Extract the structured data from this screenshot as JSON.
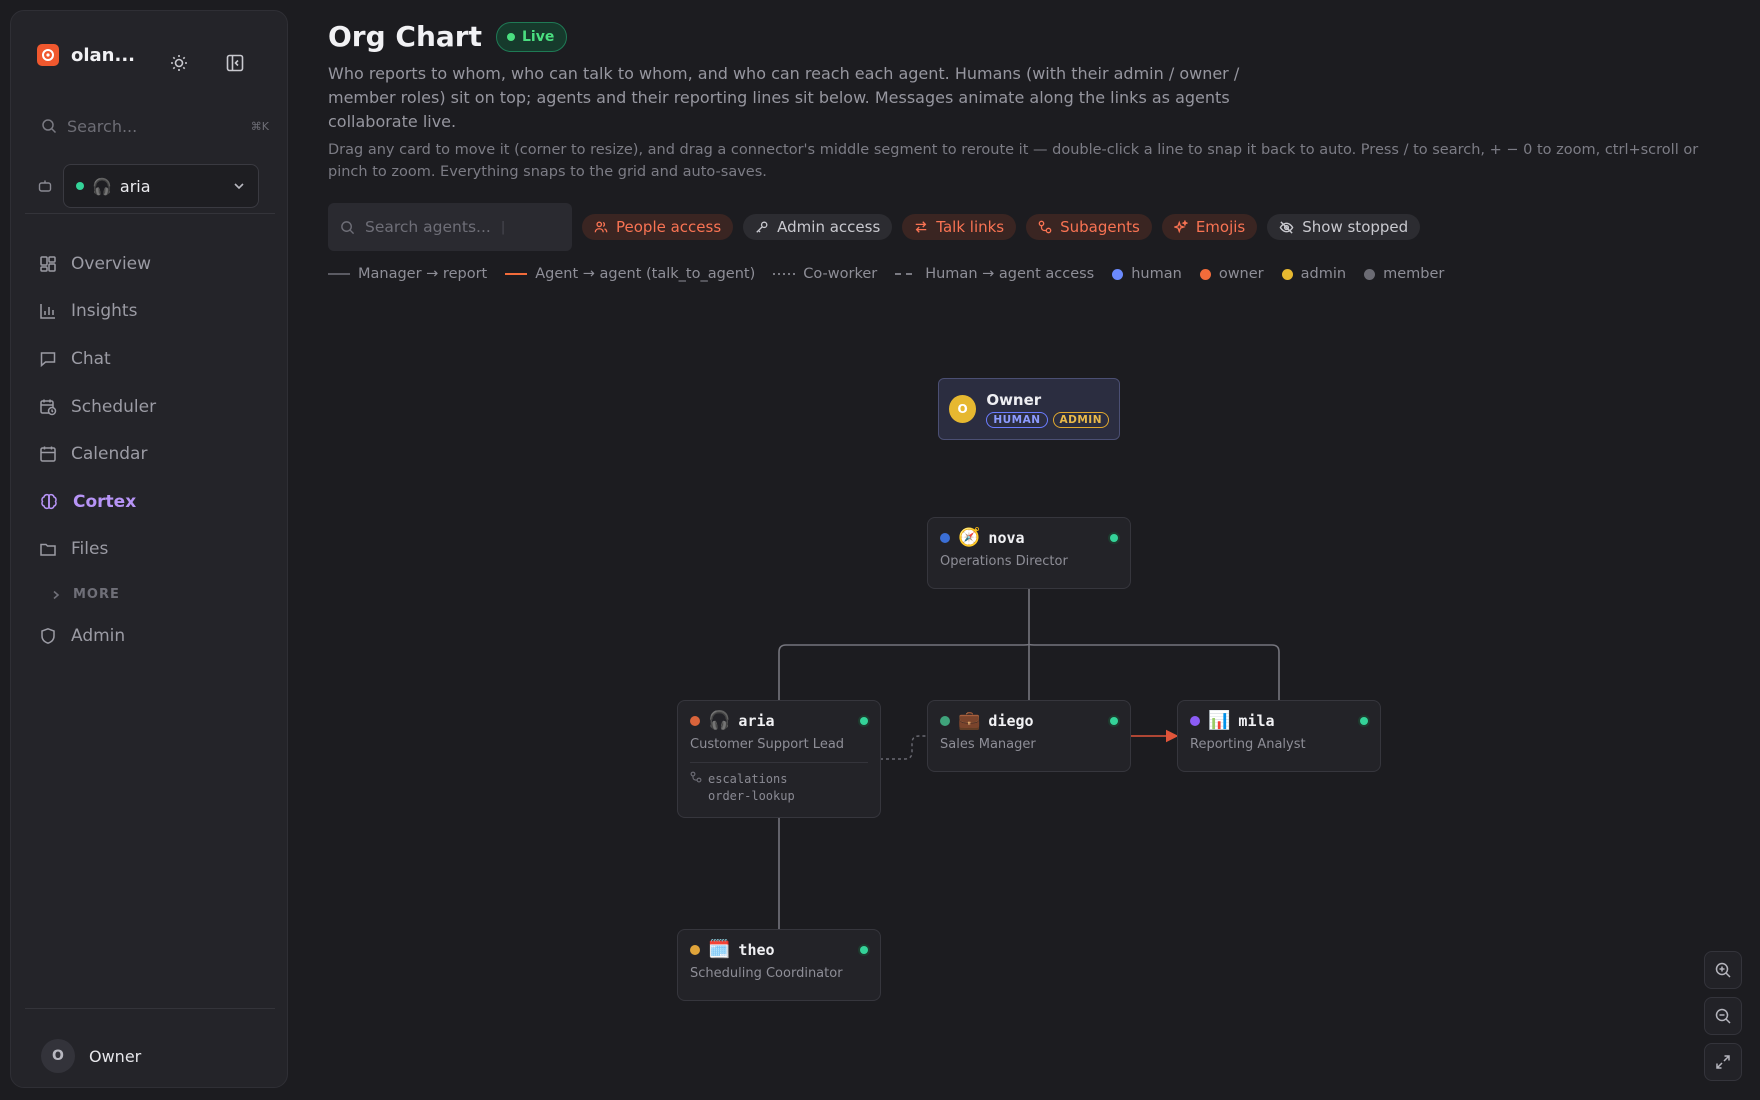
{
  "sidebar": {
    "brand": "olan...",
    "search_placeholder": "Search...",
    "search_shortcut": "⌘K",
    "selected_agent": "aria",
    "selected_agent_emoji": "🎧",
    "nav": [
      {
        "label": "Overview",
        "icon": "grid-icon"
      },
      {
        "label": "Insights",
        "icon": "bar-chart-icon"
      },
      {
        "label": "Chat",
        "icon": "chat-icon"
      },
      {
        "label": "Scheduler",
        "icon": "calendar-clock-icon"
      },
      {
        "label": "Calendar",
        "icon": "calendar-icon"
      },
      {
        "label": "Cortex",
        "icon": "brain-icon",
        "active": true
      },
      {
        "label": "Files",
        "icon": "folder-icon"
      }
    ],
    "more_label": "MORE",
    "admin_label": "Admin",
    "user_initial": "O",
    "user_name": "Owner"
  },
  "header": {
    "title": "Org Chart",
    "status": "Live",
    "description": "Who reports to whom, who can talk to whom, and who can reach each agent. Humans (with their admin / owner / member roles) sit on top; agents and their reporting lines sit below. Messages animate along the links as agents collaborate live.",
    "hint": "Drag any card to move it (corner to resize), and drag a connector's middle segment to reroute it — double-click a line to snap it back to auto. Press / to search, + − 0 to zoom, ctrl+scroll or pinch to zoom. Everything snaps to the grid and auto-saves."
  },
  "toolbar": {
    "search_placeholder": "Search agents...",
    "chips": [
      {
        "label": "People access",
        "active": true
      },
      {
        "label": "Admin access",
        "active": false
      },
      {
        "label": "Talk links",
        "active": true
      },
      {
        "label": "Subagents",
        "active": true
      },
      {
        "label": "Emojis",
        "active": true
      },
      {
        "label": "Show stopped",
        "active": false
      }
    ]
  },
  "legend": {
    "manager": "Manager → report",
    "agent": "Agent → agent (talk_to_agent)",
    "coworker": "Co-worker",
    "human_access": "Human → agent access",
    "human": "human",
    "owner": "owner",
    "admin": "admin",
    "member": "member"
  },
  "colors": {
    "accent": "#b794f6",
    "live": "#4ade80",
    "human": "#6b8afd",
    "owner": "#f26b3a",
    "admin": "#e6b830",
    "member": "#6b6b73"
  },
  "chart": {
    "owner": {
      "initial": "O",
      "name": "Owner",
      "tags": [
        "HUMAN",
        "ADMIN"
      ]
    },
    "agents": [
      {
        "id": "nova",
        "name": "nova",
        "emoji": "🧭",
        "role": "Operations Director",
        "dot": "#3b6fd6"
      },
      {
        "id": "aria",
        "name": "aria",
        "emoji": "🎧",
        "role": "Customer Support Lead",
        "dot": "#d9643b",
        "links": [
          "escalations",
          "order-lookup"
        ]
      },
      {
        "id": "diego",
        "name": "diego",
        "emoji": "💼",
        "role": "Sales Manager",
        "dot": "#3fa37b"
      },
      {
        "id": "mila",
        "name": "mila",
        "emoji": "📊",
        "role": "Reporting Analyst",
        "dot": "#8b5cf6"
      },
      {
        "id": "theo",
        "name": "theo",
        "emoji": "🗓️",
        "role": "Scheduling Coordinator",
        "dot": "#e0a43a"
      }
    ]
  }
}
